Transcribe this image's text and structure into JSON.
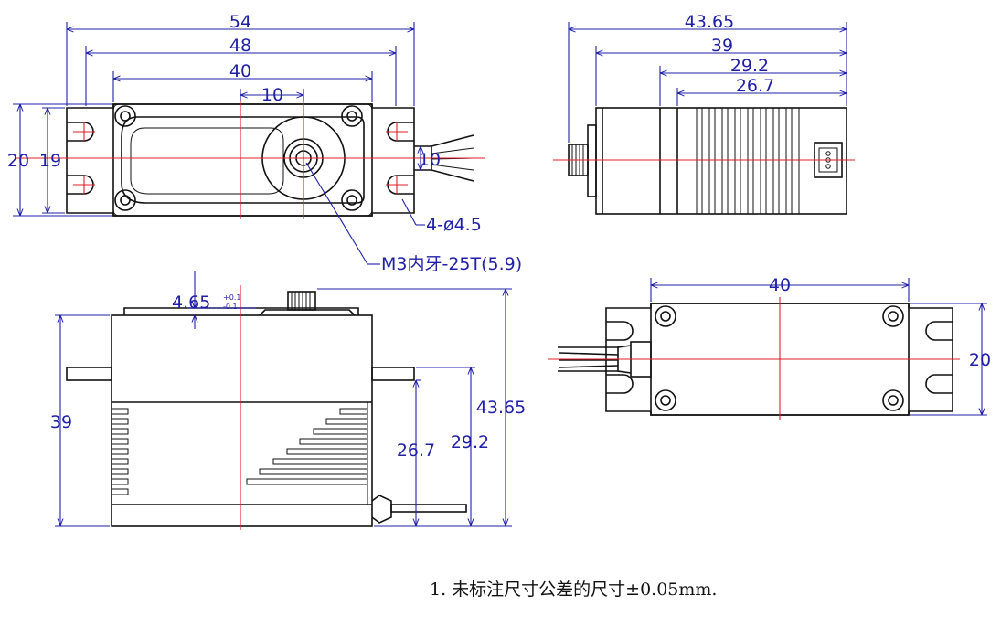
{
  "colors": {
    "dimension": "#1f1fa8",
    "centerline": "#e0202a",
    "outline": "#111111"
  },
  "top_view": {
    "dim_54": "54",
    "dim_48": "48",
    "dim_40": "40",
    "dim_10": "10",
    "dim_20": "20",
    "dim_19": "19",
    "dim_wire_10": "10",
    "holes_label": "4-ø4.5",
    "spline_label": "M3内牙-25T(5.9)"
  },
  "side_view": {
    "dim_4365": "43.65",
    "dim_39": "39",
    "dim_292": "29.2",
    "dim_267": "26.7"
  },
  "front_view": {
    "dim_465": "4.65",
    "tol_plus": "+0.1",
    "tol_minus": "-0.1",
    "dim_39": "39",
    "dim_267": "26.7",
    "dim_292": "29.2",
    "dim_4365": "43.65"
  },
  "bottom_view": {
    "dim_40": "40",
    "dim_20": "20"
  },
  "note": "1. 未标注尺寸公差的尺寸±0.05mm."
}
